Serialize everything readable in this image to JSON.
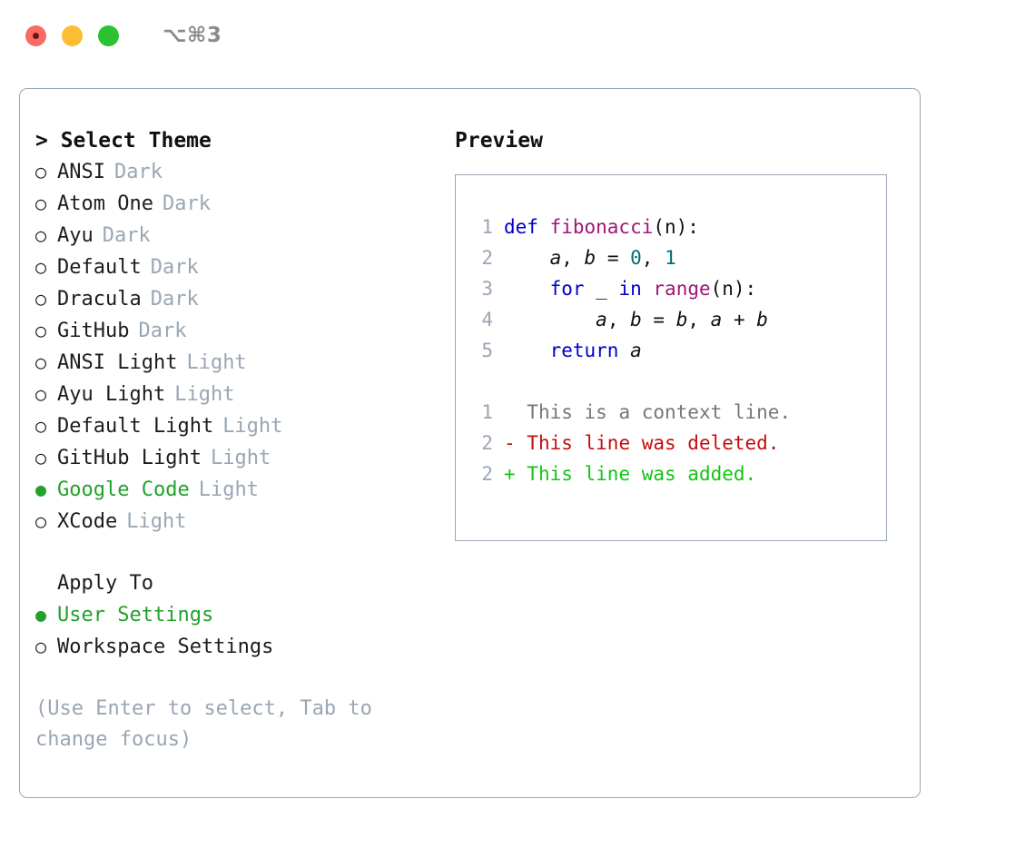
{
  "titlebar": {
    "shortcut": "⌥⌘3",
    "lights": [
      "close",
      "minimize",
      "zoom"
    ]
  },
  "left": {
    "header": "> Select Theme",
    "themes": [
      {
        "bullet": "○",
        "name": "ANSI",
        "variant": "Dark",
        "selected": false
      },
      {
        "bullet": "○",
        "name": "Atom One",
        "variant": "Dark",
        "selected": false
      },
      {
        "bullet": "○",
        "name": "Ayu",
        "variant": "Dark",
        "selected": false
      },
      {
        "bullet": "○",
        "name": "Default",
        "variant": "Dark",
        "selected": false
      },
      {
        "bullet": "○",
        "name": "Dracula",
        "variant": "Dark",
        "selected": false
      },
      {
        "bullet": "○",
        "name": "GitHub",
        "variant": "Dark",
        "selected": false
      },
      {
        "bullet": "○",
        "name": "ANSI Light",
        "variant": "Light",
        "selected": false
      },
      {
        "bullet": "○",
        "name": "Ayu Light",
        "variant": "Light",
        "selected": false
      },
      {
        "bullet": "○",
        "name": "Default Light",
        "variant": "Light",
        "selected": false
      },
      {
        "bullet": "○",
        "name": "GitHub Light",
        "variant": "Light",
        "selected": false
      },
      {
        "bullet": "●",
        "name": "Google Code",
        "variant": "Light",
        "selected": true
      },
      {
        "bullet": "○",
        "name": "XCode",
        "variant": "Light",
        "selected": false
      }
    ],
    "apply_header": "Apply To",
    "apply_options": [
      {
        "bullet": "●",
        "name": "User Settings",
        "selected": true
      },
      {
        "bullet": "○",
        "name": "Workspace Settings",
        "selected": false
      }
    ],
    "hint": "(Use Enter to select, Tab to change focus)"
  },
  "right": {
    "preview_title": "Preview",
    "code_lines": [
      {
        "ln": "1",
        "tokens": [
          {
            "t": "def ",
            "c": "kw"
          },
          {
            "t": "fibonacci",
            "c": "fn"
          },
          {
            "t": "(n):",
            "c": "punct"
          }
        ]
      },
      {
        "ln": "2",
        "tokens": [
          {
            "t": "    ",
            "c": "plain"
          },
          {
            "t": "a",
            "c": "var"
          },
          {
            "t": ", ",
            "c": "punct"
          },
          {
            "t": "b",
            "c": "var"
          },
          {
            "t": " = ",
            "c": "punct"
          },
          {
            "t": "0",
            "c": "num"
          },
          {
            "t": ", ",
            "c": "punct"
          },
          {
            "t": "1",
            "c": "num"
          }
        ]
      },
      {
        "ln": "3",
        "tokens": [
          {
            "t": "    ",
            "c": "plain"
          },
          {
            "t": "for",
            "c": "kw"
          },
          {
            "t": " _ ",
            "c": "punct"
          },
          {
            "t": "in",
            "c": "kw"
          },
          {
            "t": " ",
            "c": "punct"
          },
          {
            "t": "range",
            "c": "fn"
          },
          {
            "t": "(n):",
            "c": "punct"
          }
        ]
      },
      {
        "ln": "4",
        "tokens": [
          {
            "t": "        ",
            "c": "plain"
          },
          {
            "t": "a",
            "c": "var"
          },
          {
            "t": ", ",
            "c": "punct"
          },
          {
            "t": "b",
            "c": "var"
          },
          {
            "t": " = ",
            "c": "punct"
          },
          {
            "t": "b",
            "c": "var"
          },
          {
            "t": ", ",
            "c": "punct"
          },
          {
            "t": "a",
            "c": "var"
          },
          {
            "t": " + ",
            "c": "punct"
          },
          {
            "t": "b",
            "c": "var"
          }
        ]
      },
      {
        "ln": "5",
        "tokens": [
          {
            "t": "    ",
            "c": "plain"
          },
          {
            "t": "return",
            "c": "kw"
          },
          {
            "t": " ",
            "c": "punct"
          },
          {
            "t": "a",
            "c": "var"
          }
        ]
      }
    ],
    "diff_lines": [
      {
        "ln": "1",
        "marker": "  ",
        "text": "This is a context line.",
        "kind": "diff-ctx"
      },
      {
        "ln": "2",
        "marker": "- ",
        "text": "This line was deleted.",
        "kind": "diff-del"
      },
      {
        "ln": "2",
        "marker": "+ ",
        "text": "This line was added.",
        "kind": "diff-add"
      }
    ]
  },
  "colors": {
    "accent_green": "#22a12b",
    "muted": "#9aa6b4",
    "border": "#9aa7b5",
    "keyword": "#0000c8",
    "function": "#a0157a",
    "number": "#007070",
    "diff_deleted": "#c40d0d",
    "diff_added": "#12c414",
    "diff_context": "#777777"
  }
}
